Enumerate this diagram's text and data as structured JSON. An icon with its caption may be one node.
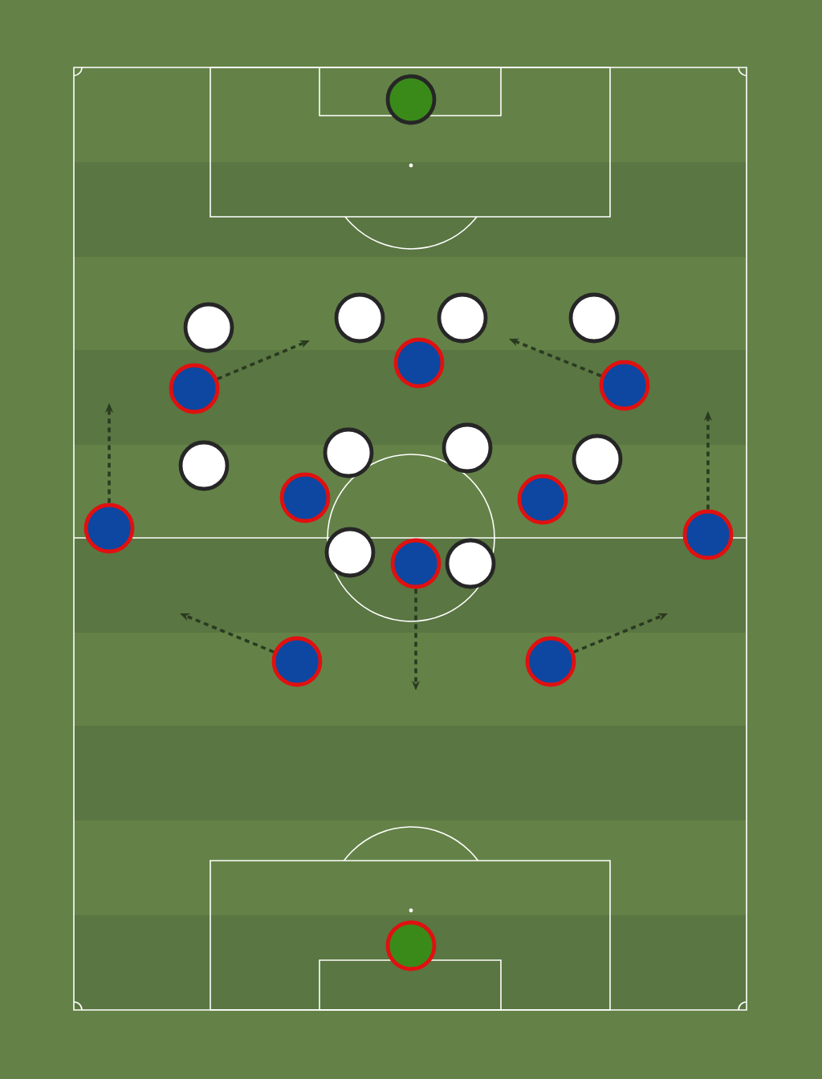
{
  "diagram": {
    "nodes": [
      {
        "text": [],
        "shape": "circle"
      },
      {
        "text": [],
        "shape": "circle"
      },
      {
        "text": [],
        "shape": "circle"
      },
      {
        "text": [],
        "shape": "circle"
      },
      {
        "text": [],
        "shape": "circle"
      },
      {
        "text": [],
        "shape": "circle"
      },
      {
        "text": [],
        "shape": "circle"
      },
      {
        "text": [],
        "shape": "circle"
      },
      {
        "text": [],
        "shape": "circle"
      },
      {
        "text": [],
        "shape": "circle"
      },
      {
        "text": [],
        "shape": "circle"
      },
      {
        "text": [],
        "shape": "circle"
      },
      {
        "text": [],
        "shape": "circle"
      },
      {
        "text": [],
        "shape": "circle"
      },
      {
        "text": [],
        "shape": "circle"
      },
      {
        "text": [],
        "shape": "circle"
      },
      {
        "text": [],
        "shape": "circle"
      },
      {
        "text": [],
        "shape": "circle"
      },
      {
        "text": [],
        "shape": "circle"
      },
      {
        "text": [],
        "shape": "circle"
      },
      {
        "text": [],
        "shape": "circle"
      },
      {
        "text": [],
        "shape": "circle"
      }
    ],
    "edges": [
      {
        "from": 7,
        "to": null,
        "arrow": "to",
        "style": "dashed"
      },
      {
        "from": 6,
        "to": null,
        "arrow": "to",
        "style": "dashed"
      },
      {
        "from": 15,
        "to": null,
        "arrow": "to",
        "style": "dashed"
      },
      {
        "from": 14,
        "to": null,
        "arrow": "to",
        "style": "dashed"
      },
      {
        "from": 17,
        "to": null,
        "arrow": "to",
        "style": "dashed"
      },
      {
        "from": 19,
        "to": null,
        "arrow": "to",
        "style": "dashed"
      },
      {
        "from": 20,
        "to": null,
        "arrow": "to",
        "style": "dashed"
      }
    ]
  }
}
